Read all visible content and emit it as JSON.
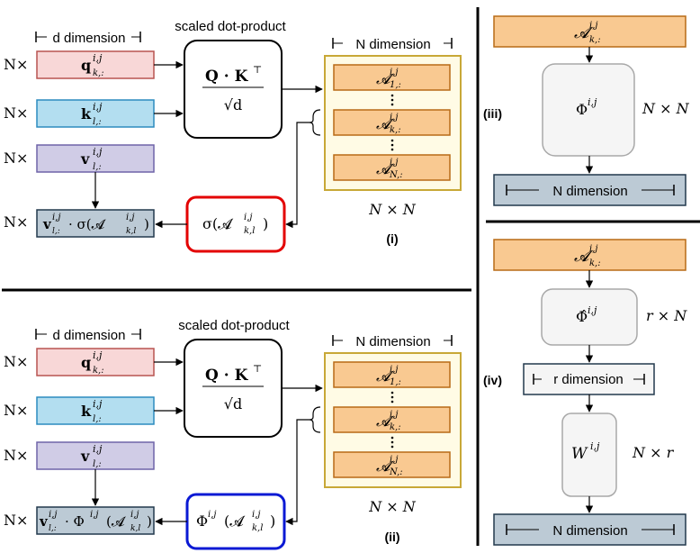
{
  "panel_i": {
    "d_dim": "d dimension",
    "sdp": "scaled dot-product",
    "N_dim": "N dimension",
    "Nx": "N×",
    "q": "q",
    "k": "k",
    "v": "v",
    "sup": "i,j",
    "sub_k": "k,:",
    "sub_l": "l,:",
    "qk_num": "Q · K",
    "qk_T": "⊤",
    "qk_den": "√d",
    "A": "𝓐",
    "A1_sub": "1,:",
    "Ak_sub": "k,:",
    "AN_sub": "N,:",
    "sigma": "σ(𝓐",
    "sigma_sub": "k,l",
    "out": "v",
    "out_rest": " · σ(𝓐",
    "NxN": "N × N",
    "label": "(i)",
    "colors": {
      "q": "#f8d7d7",
      "q_border": "#b85450",
      "k": "#b3def0",
      "k_border": "#2c8bbf",
      "v": "#d0cce6",
      "v_border": "#6f64a8",
      "out": "#bccad5",
      "out_border": "#22394d",
      "A": "#f9c991",
      "A_border": "#b86b16",
      "outer": "#fffbe5",
      "outer_border": "#c8a837",
      "sigma_border": "#e30000"
    }
  },
  "panel_ii": {
    "d_dim": "d dimension",
    "sdp": "scaled dot-product",
    "N_dim": "N dimension",
    "phi": "Φ",
    "phi_rest": "(𝓐",
    "out_rest": " · Φ",
    "NxN": "N × N",
    "label": "(ii)",
    "colors": {
      "phi_border": "#0a19d4"
    }
  },
  "panel_iii": {
    "A": "𝓐",
    "A_sub": "k,:",
    "phi": "Φ",
    "phi_sup": "i,j",
    "NxN": "N × N",
    "N_dim": "N dimension",
    "label": "(iii)"
  },
  "panel_iv": {
    "A": "𝓐",
    "A_sub": "k,:",
    "phihat": "Φ̂",
    "rxN": "r × N",
    "r_dim": "r dimension",
    "W": "W",
    "Nxr": "N × r",
    "N_dim": "N dimension",
    "label": "(iv)"
  }
}
